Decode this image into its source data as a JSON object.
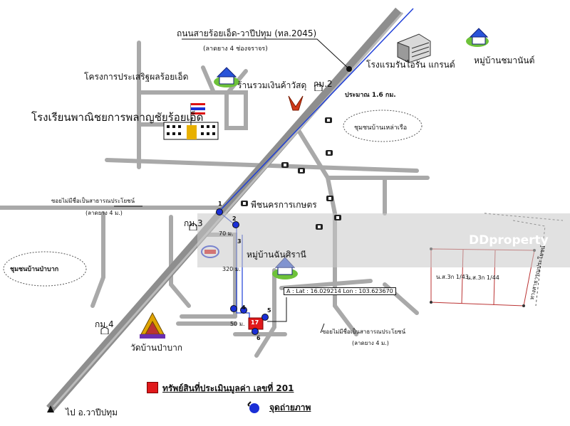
{
  "colors": {
    "main_road": "#8e8e8e",
    "road": "#a9a9a9",
    "route_line": "#1f3fd8",
    "property": "#e0191b",
    "camera_point": "#1a2fd6",
    "watermark_band": "#c8c8c8"
  },
  "labels": {
    "highway_name": "ถนนสายร้อยเอ็ด-วาปีปทุม (ทล.2045)",
    "highway_surface": "(ลาดยาง 4 ช่องจราจร)",
    "hotel": "โรงแรมรันไอรัน แกรนด์",
    "village_top_right": "หมู่บ้านชมานันต์",
    "project_top": "โครงการประเสริฐผลร้อยเอ็ด",
    "shop": "ร้านรวมเงินค้าวัสดุ",
    "km2": "กม.2",
    "distance": "ประมาณ 1.6 กม.",
    "school": "โรงเรียนพาณิชยการพลาญชัยร้อยเอ็ด",
    "community_right": "ชุมชนบ้านเหล่าเรือ",
    "alley_left": "ซอยไม่มีชื่อเป็นสาธารณประโยชน์",
    "alley_left_surface": "(ลาดยาง 4 ม.)",
    "agri_shop": "พืชนครการเกษตร",
    "km3": "กม.3",
    "dist_70": "70 ม.",
    "village_mid": "หมู่บ้านฉันศิรานี",
    "dist_320": "320 ม.",
    "community_left": "ชุมชนบ้านป่าบาก",
    "coords": "A : Lat : 16.029214 Lon : 103.623670",
    "dist_50": "50 ม.",
    "km4": "กม.4",
    "temple": "วัดบ้านป่าบาก",
    "alley_right": "ซอยไม่มีชื่อเป็นสาธารณประโยชน์",
    "alley_right_surface": "(ลาดยาง 4 ม.)",
    "to_district": "ไป อ.วาปีปทุม",
    "watermark": "DDproperty"
  },
  "points": [
    "1",
    "2",
    "3",
    "4",
    "5",
    "6"
  ],
  "property_number": "17",
  "legend": {
    "property_label": "ทรัพย์สินที่ประเมินมูลค่า เลขที่ 201",
    "camera_label": "จุดถ่ายภาพ"
  },
  "inset": {
    "plot_a": "น.ส.3ก 1/43",
    "plot_b": "น.ส.3ก 1/44",
    "road_label": "ทางสาธารณประโยชน์"
  }
}
